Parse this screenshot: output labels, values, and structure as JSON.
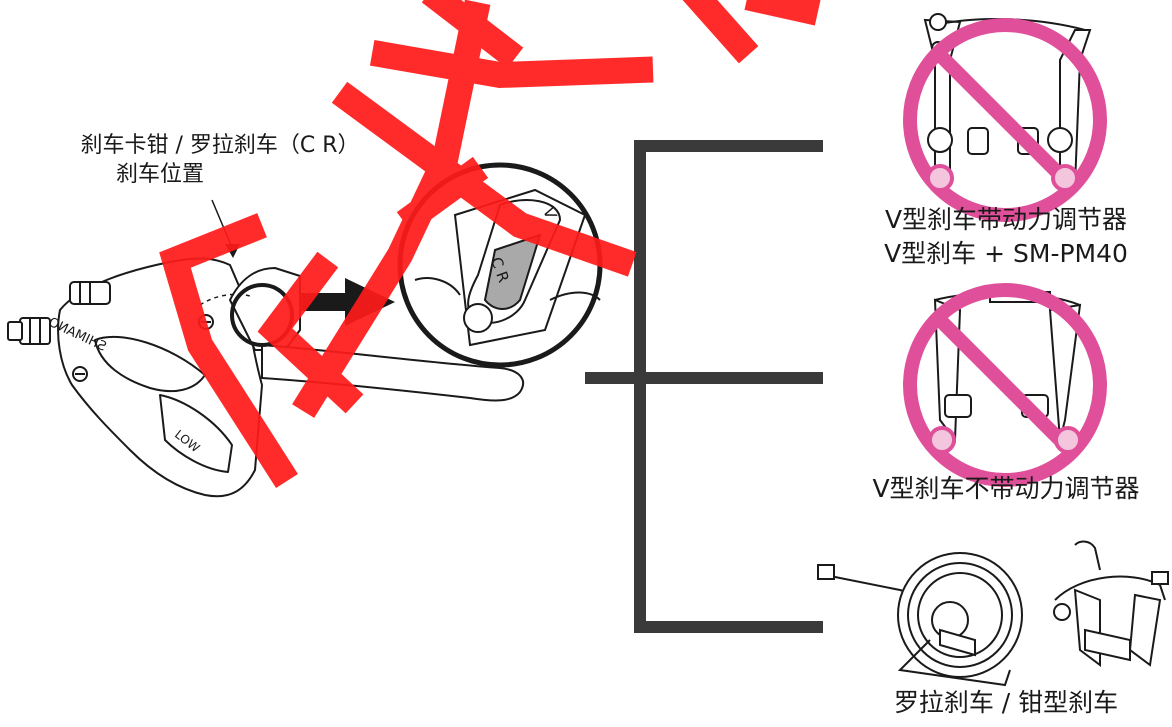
{
  "labels": {
    "lever_title_line1": "刹车卡钳 / 罗拉刹车（C R）",
    "lever_title_line2": "刹车位置",
    "lever_brand": "SHIMANO",
    "lever_low": "LOW",
    "zoom_v": "V",
    "zoom_cr": "C R",
    "opt1_line1": "V型刹车带动力调节器",
    "opt1_line2": "V型刹车 + SM-PM40",
    "opt2_line1": "V型刹车不带动力调节器",
    "opt3_line1": "罗拉刹车 / 钳型刹车"
  },
  "colors": {
    "line": "#1a1a1a",
    "bracket": "#3a3a3a",
    "prohibit": "#e0509a",
    "prohibit_fill": "#f3c6dd",
    "watermark": "#ff1a1a",
    "zoom_fill": "#a9a9a9"
  },
  "icons": [
    "prohibit-icon",
    "arrow-right-icon",
    "magnify-circle-icon"
  ]
}
